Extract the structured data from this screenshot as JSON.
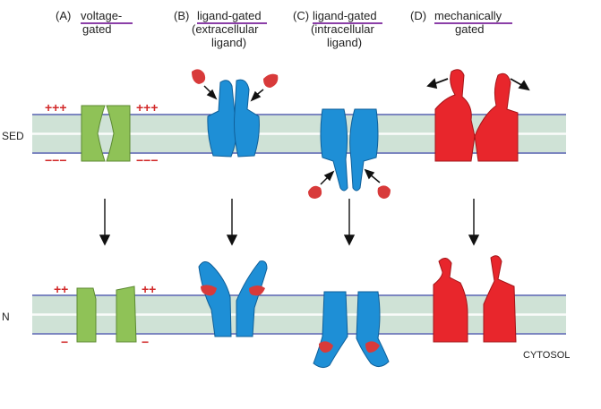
{
  "panels": [
    {
      "letter": "(A)",
      "line1": "voltage-",
      "line2": "gated",
      "line3": ""
    },
    {
      "letter": "(B)",
      "line1": "ligand-gated",
      "line2": "(extracellular",
      "line3": "ligand)"
    },
    {
      "letter": "(C)",
      "line1": "ligand-gated",
      "line2": "(intracellular",
      "line3": "ligand)"
    },
    {
      "letter": "(D)",
      "line1": "mechanically",
      "line2": "gated",
      "line3": ""
    }
  ],
  "row_labels": {
    "top": "SED",
    "bottom": "N"
  },
  "cytosol_label": "CYTOSOL",
  "charges": {
    "plus3": "+++",
    "minus3": "−−−",
    "plus2": "++",
    "minus1": "−"
  },
  "colors": {
    "membrane": "#cfe2d6",
    "membrane_edge": "#2e3f9a",
    "voltage_channel": "#8fc257",
    "ligand_channel": "#1e8fd6",
    "mechanical_channel": "#e8262c",
    "ligand": "#d83a3a",
    "title_underline": "#8b3fa8",
    "charge": "#d22a2a"
  }
}
